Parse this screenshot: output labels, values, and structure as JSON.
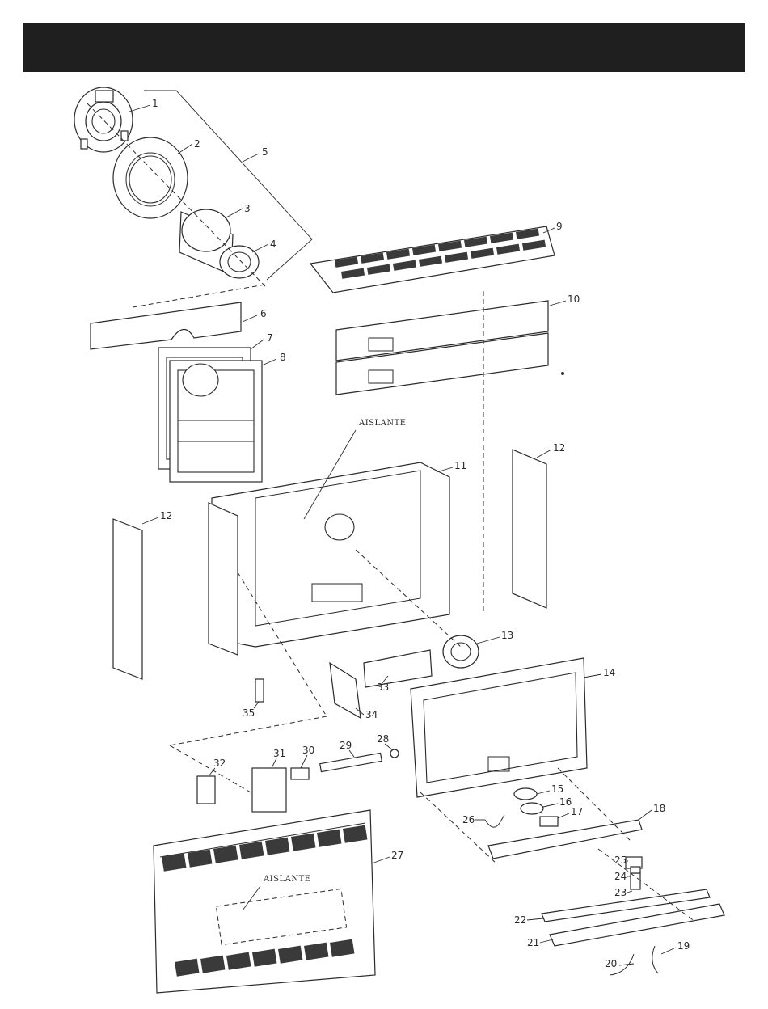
{
  "colors": {
    "header_bar": "#1f1f1f",
    "line": "#2a2a2a",
    "background": "#ffffff"
  },
  "annotations": [
    "AISLANTE",
    "AISLANTE"
  ],
  "callouts": [
    "1",
    "2",
    "3",
    "4",
    "5",
    "6",
    "7",
    "8",
    "9",
    "10",
    "11",
    "12",
    "12",
    "13",
    "14",
    "15",
    "16",
    "17",
    "18",
    "19",
    "20",
    "21",
    "22",
    "23",
    "24",
    "25",
    "26",
    "27",
    "28",
    "29",
    "30",
    "31",
    "32",
    "33",
    "34",
    "35"
  ]
}
